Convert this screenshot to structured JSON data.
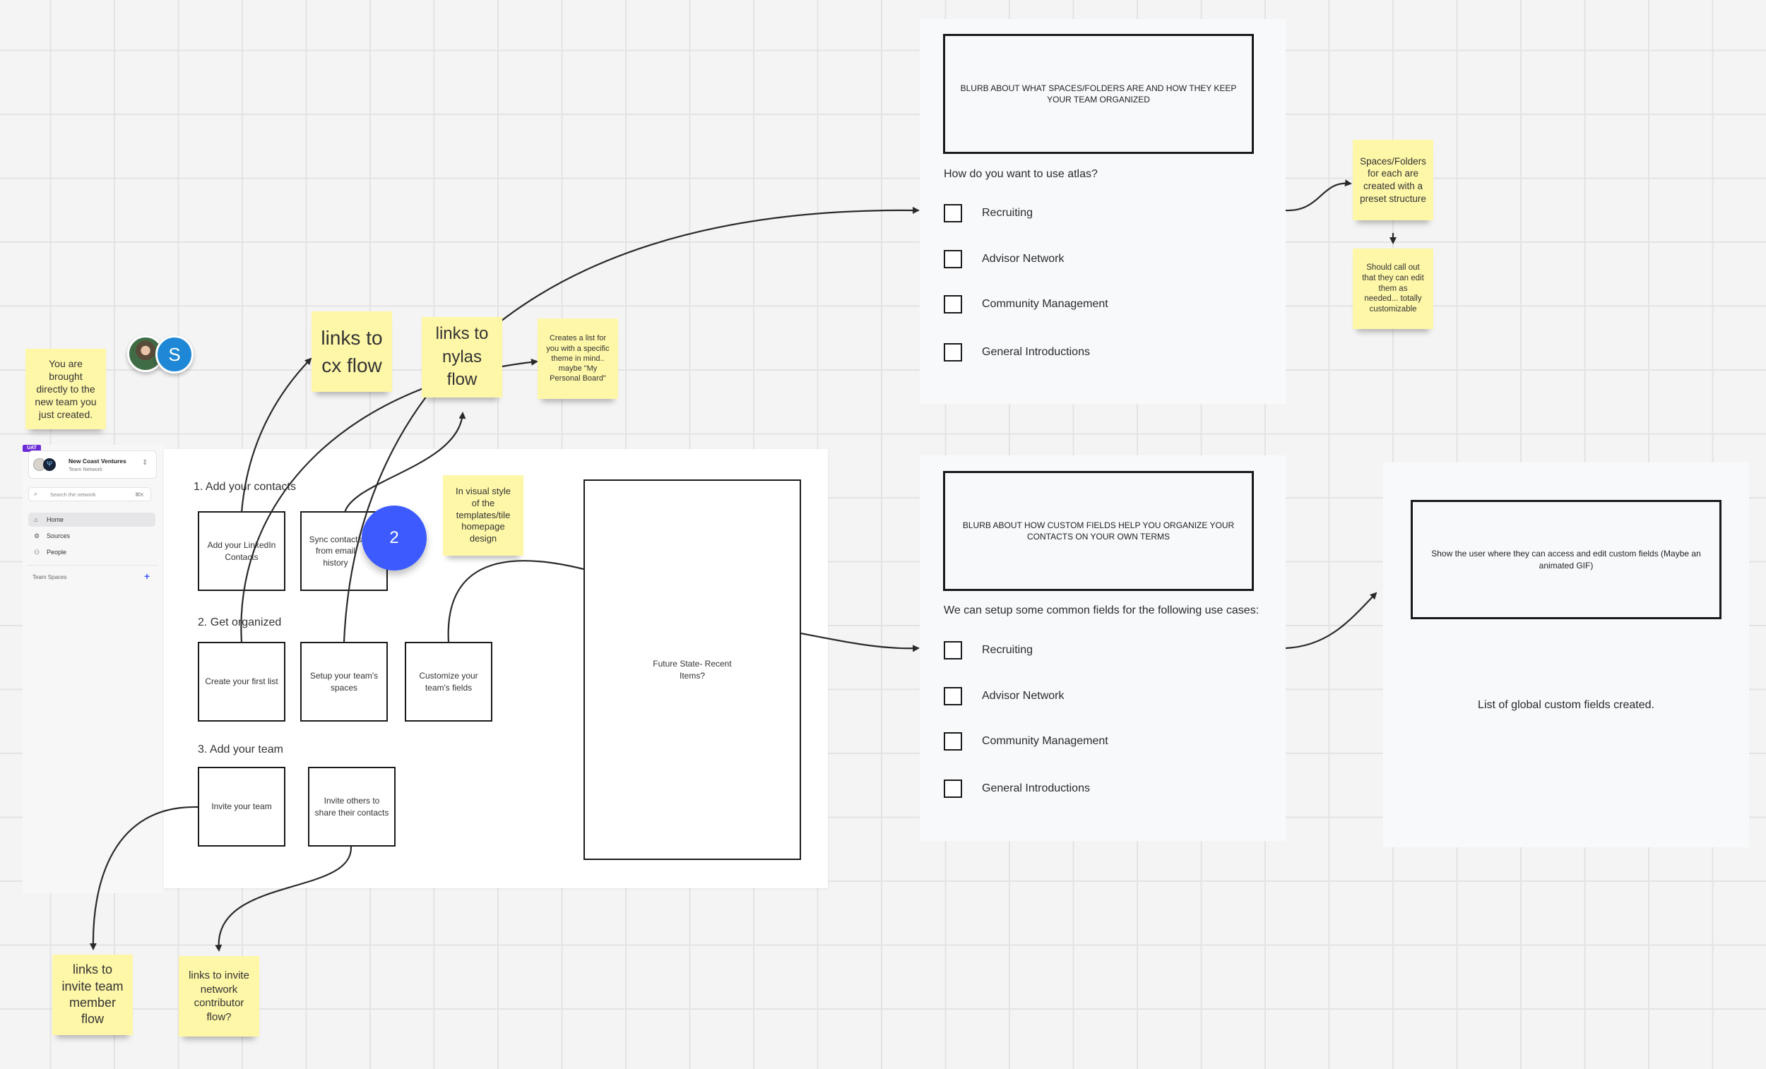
{
  "stickies": {
    "brought_directly": "You are brought directly to the new team you just created.",
    "links_cx": "links to cx flow",
    "links_nylas": "links to nylas flow",
    "creates_list": "Creates a list for you with a specific theme in mind.. maybe \"My Personal Board\"",
    "visual_style": "In visual style of the templates/tile homepage design",
    "spaces_folders": "Spaces/Folders for each are created with a preset structure",
    "should_call_out": "Should call out that they can edit them as needed... totally customizable",
    "links_invite_member": "links to invite team member flow",
    "links_invite_network": "links to invite network contributor flow?"
  },
  "avatars": {
    "second_initial": "S"
  },
  "sidebar": {
    "badge": "UAT",
    "team_name": "New Coast Ventures",
    "team_sub": "Team Network",
    "search_placeholder": "Search the network",
    "search_shortcut": "⌘K",
    "nav": [
      {
        "label": "Home",
        "icon": "home-icon"
      },
      {
        "label": "Sources",
        "icon": "sources-icon"
      },
      {
        "label": "People",
        "icon": "people-icon"
      }
    ],
    "team_spaces_label": "Team Spaces",
    "add_symbol": "+"
  },
  "onboarding": {
    "section1": "1. Add your contacts",
    "linkedin": "Add your LinkedIn Contacts",
    "sync": "Sync contacts from email history",
    "section2": "2. Get organized",
    "first_list": "Create your first list",
    "setup_spaces": "Setup your team's spaces",
    "customize_fields": "Customize your team's fields",
    "section3": "3. Add your team",
    "invite_team": "Invite your team",
    "invite_others": "Invite others to share their contacts",
    "future_state": "Future State- Recent Items?",
    "step_badge": "2"
  },
  "spaces_panel": {
    "blurb": "BLURB ABOUT WHAT SPACES/FOLDERS ARE AND HOW THEY KEEP YOUR TEAM ORGANIZED",
    "question": "How do you want to use atlas?",
    "options": [
      "Recruiting",
      "Advisor Network",
      "Community Management",
      "General Introductions"
    ]
  },
  "fields_panel": {
    "blurb": "BLURB ABOUT HOW CUSTOM FIELDS HELP YOU ORGANIZE YOUR CONTACTS ON YOUR OWN TERMS",
    "question": "We can setup some common fields for the following use cases:",
    "options": [
      "Recruiting",
      "Advisor Network",
      "Community Management",
      "General Introductions"
    ]
  },
  "custom_fields_panel": {
    "show_user": "Show the user where they can access and edit custom fields (Maybe an animated GIF)",
    "list_label": "List of global custom fields created."
  },
  "colors": {
    "sticky": "#fef7a8",
    "accent_blue": "#3d5afe",
    "uat_badge": "#6c2bd9",
    "avatar_blue": "#1e88d6"
  }
}
